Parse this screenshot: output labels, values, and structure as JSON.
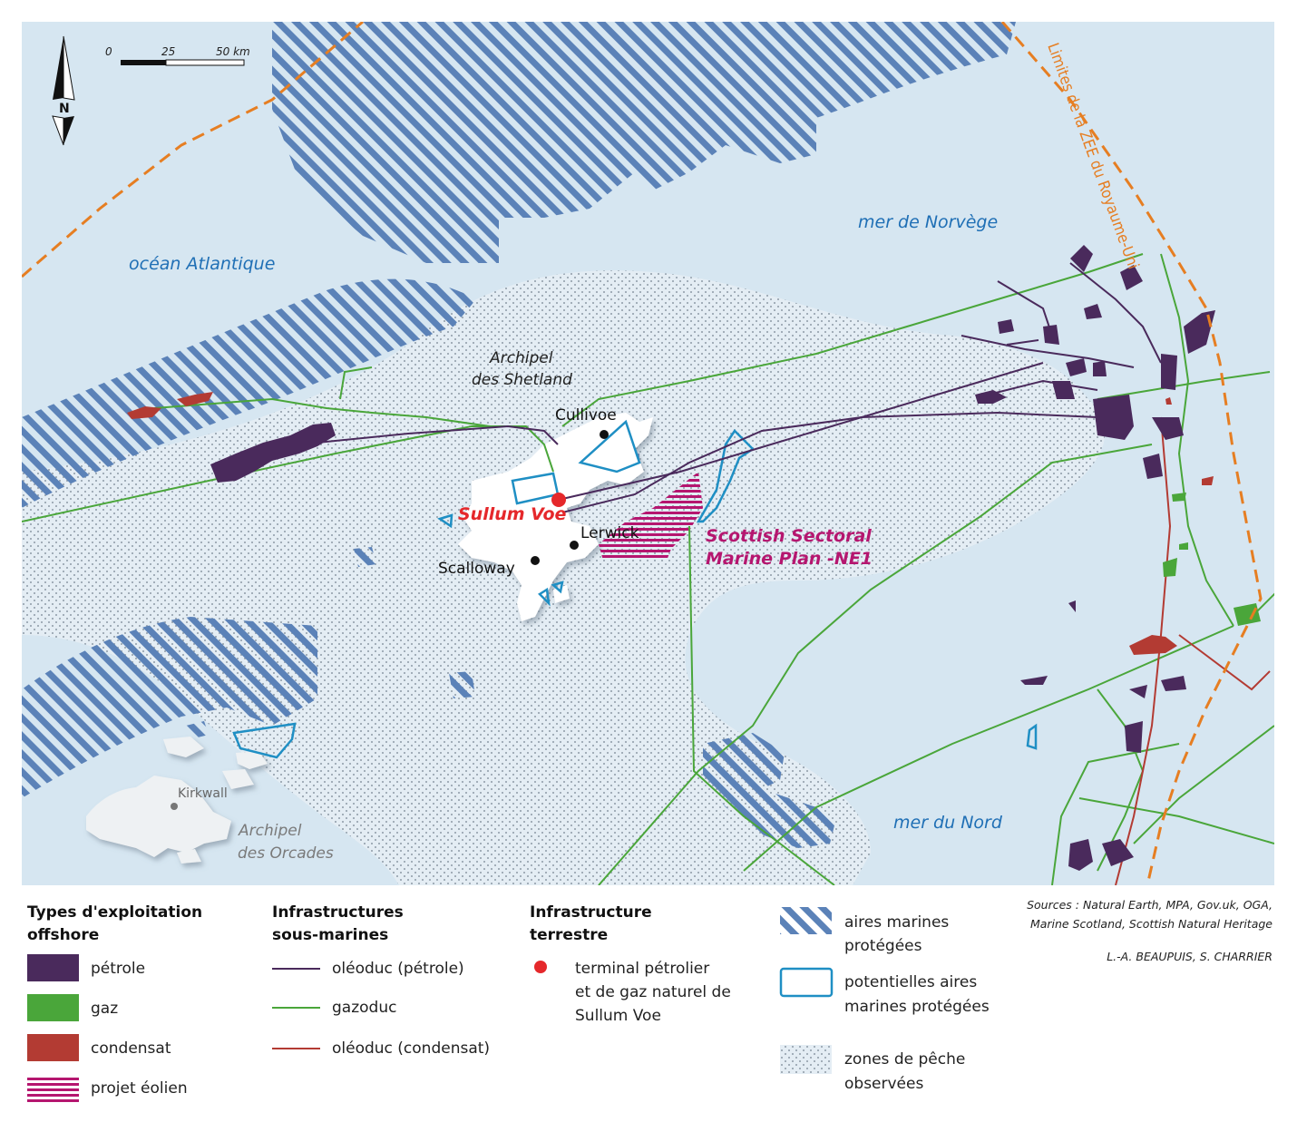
{
  "labels": {
    "atlantic": "océan Atlantique",
    "norway": "mer de Norvège",
    "north_sea": "mer du Nord",
    "shetland_line1": "Archipel",
    "shetland_line2": "des Shetland",
    "orkney_line1": "Archipel",
    "orkney_line2": "des Orcades",
    "zee": "Limites de la ZEE du Royaume-Uni",
    "sullum": "Sullum Voe",
    "wind_line1": "Scottish Sectoral",
    "wind_line2": "Marine Plan -NE1"
  },
  "towns": {
    "cullivoe": "Cullivoe",
    "lerwick": "Lerwick",
    "scalloway": "Scalloway",
    "kirkwall": "Kirkwall"
  },
  "scale": {
    "t0": "0",
    "t1": "25",
    "t2": "50 km"
  },
  "north": "N",
  "legend": {
    "exploitation_head_1": "Types d'exploitation",
    "exploitation_head_2": "offshore",
    "petrole": "pétrole",
    "gaz": "gaz",
    "condensat": "condensat",
    "eolien": "projet éolien",
    "infra_sub_head_1": "Infrastructures",
    "infra_sub_head_2": "sous-marines",
    "oleoduc_petrole": "oléoduc (pétrole)",
    "gazoduc": "gazoduc",
    "oleoduc_condensat": "oléoduc (condensat)",
    "infra_ter_head_1": "Infrastructure",
    "infra_ter_head_2": "terrestre",
    "terminal_1": "terminal pétrolier",
    "terminal_2": "et de gaz naturel de",
    "terminal_3": "Sullum Voe",
    "amp_1": "aires marines",
    "amp_2": "protégées",
    "pamp_1": "potentielles aires",
    "pamp_2": "marines protégées",
    "peche_1": "zones de pêche",
    "peche_2": "observées"
  },
  "sources": {
    "line1": "Sources : Natural Earth, MPA, Gov.uk, OGA,",
    "line2": "Marine Scotland, Scottish Natural Heritage",
    "authors": "L.-A. BEAUPUIS, S. CHARRIER"
  },
  "colors": {
    "sea": "#d6e6f1",
    "land": "#ffffff",
    "oil": "#4a2a5c",
    "gas": "#4aa63a",
    "condensate": "#b33b33",
    "wind": "#b5166f",
    "mpa": "#5b82b8",
    "potential_mpa": "#1f8fc4",
    "zee": "#e67e22",
    "terminal": "#e5282b"
  }
}
